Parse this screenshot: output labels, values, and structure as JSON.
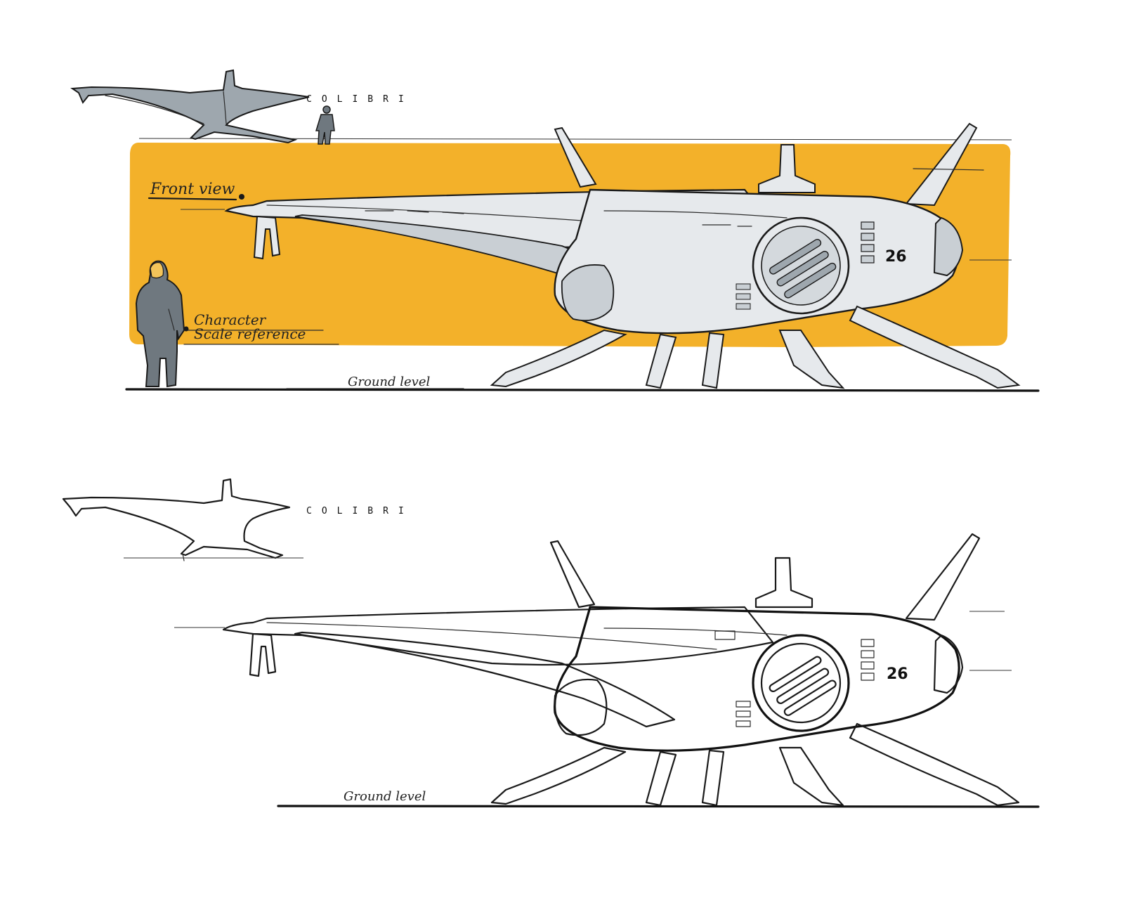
{
  "brand_name": "COLIBRI",
  "colored_sheet": {
    "brand": "COLIBRI",
    "front_view_label": "Front view",
    "character_label_line1": "Character",
    "character_label_line2": "Scale reference",
    "ground_label": "Ground level",
    "hull_number": "26"
  },
  "lineart_sheet": {
    "brand": "COLIBRI",
    "ground_label": "Ground level",
    "hull_number": "26"
  },
  "colors": {
    "accent_yellow": "#F3B12A",
    "marker_grey": "#9EA7AE",
    "marker_grey_dark": "#6F787F",
    "hull_light": "#E6E9EC",
    "ink": "#1A1A1A",
    "paper": "#FFFFFF"
  }
}
